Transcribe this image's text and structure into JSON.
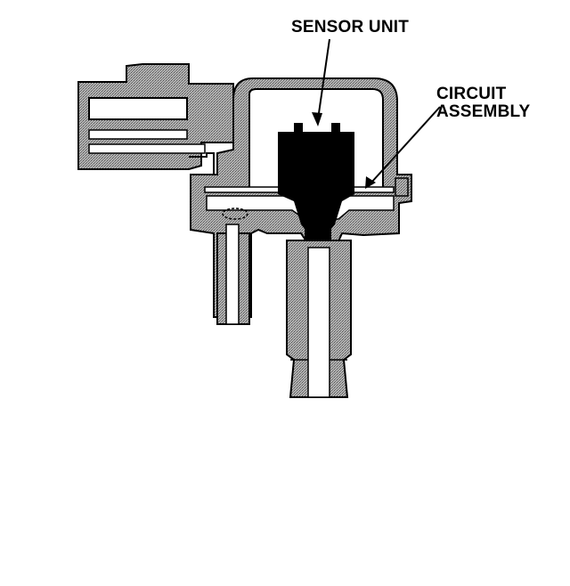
{
  "labels": {
    "sensor_unit": "SENSOR UNIT",
    "circuit_line1": "CIRCUIT",
    "circuit_line2": "ASSEMBLY"
  },
  "colors": {
    "housing_fill": "#9a9a9a",
    "outline": "#000000",
    "sensor_fill": "#000000",
    "background": "#ffffff"
  }
}
